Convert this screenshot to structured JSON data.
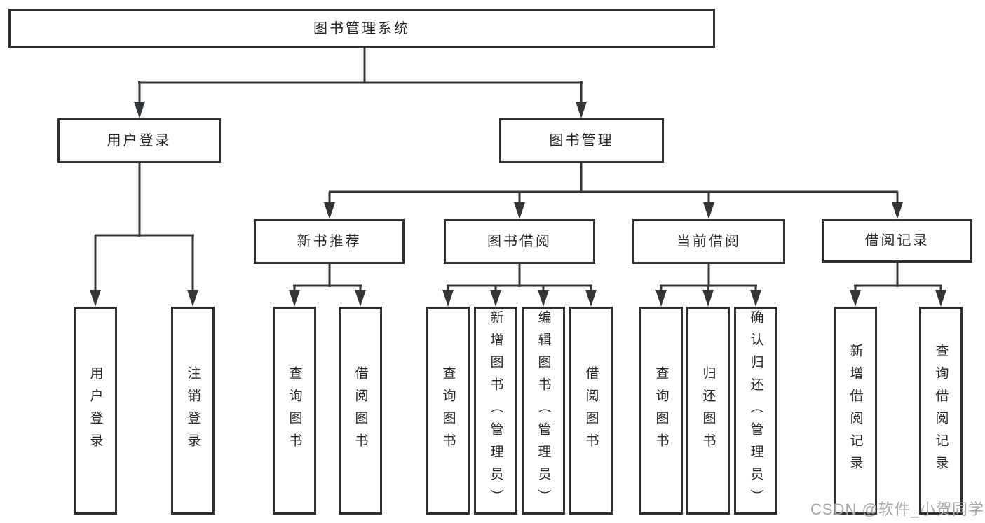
{
  "diagram": {
    "root": {
      "label": "图书管理系统",
      "children": {
        "user_login": {
          "label": "用户登录",
          "children": {
            "login": {
              "label": "用户登录"
            },
            "logout": {
              "label": "注销登录"
            }
          }
        },
        "book_mgmt": {
          "label": "图书管理",
          "children": {
            "new_books": {
              "label": "新书推荐",
              "children": {
                "query": {
                  "label": "查询图书"
                },
                "borrow": {
                  "label": "借阅图书"
                }
              }
            },
            "book_borrow": {
              "label": "图书借阅",
              "children": {
                "query": {
                  "label": "查询图书"
                },
                "add": {
                  "label": "新增图书（管理员）"
                },
                "edit": {
                  "label": "编辑图书（管理员）"
                },
                "borrow": {
                  "label": "借阅图书"
                }
              }
            },
            "current_borrow": {
              "label": "当前借阅",
              "children": {
                "query": {
                  "label": "查询图书"
                },
                "return": {
                  "label": "归还图书"
                },
                "confirm": {
                  "label": "确认归还（管理员）"
                }
              }
            },
            "borrow_records": {
              "label": "借阅记录",
              "children": {
                "add": {
                  "label": "新增借阅记录"
                },
                "query": {
                  "label": "查询借阅记录"
                }
              }
            }
          }
        }
      }
    },
    "watermark": "CSDN @软件_小贺同学",
    "colors": {
      "line": "#333638",
      "border": "#2e3134",
      "text": "#232629",
      "watermark": "#a8a8a8",
      "bg": "#ffffff"
    }
  }
}
